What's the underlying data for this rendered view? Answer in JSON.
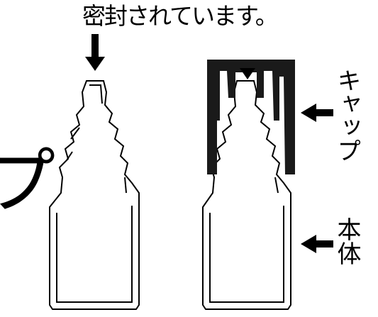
{
  "labels": {
    "sealed": "密封されています。",
    "cut_off": "プ",
    "cap": "キャップ",
    "body": "本体"
  },
  "colors": {
    "ink": "#000000",
    "paper": "#ffffff",
    "cap_fill": "#1a1a1a"
  }
}
